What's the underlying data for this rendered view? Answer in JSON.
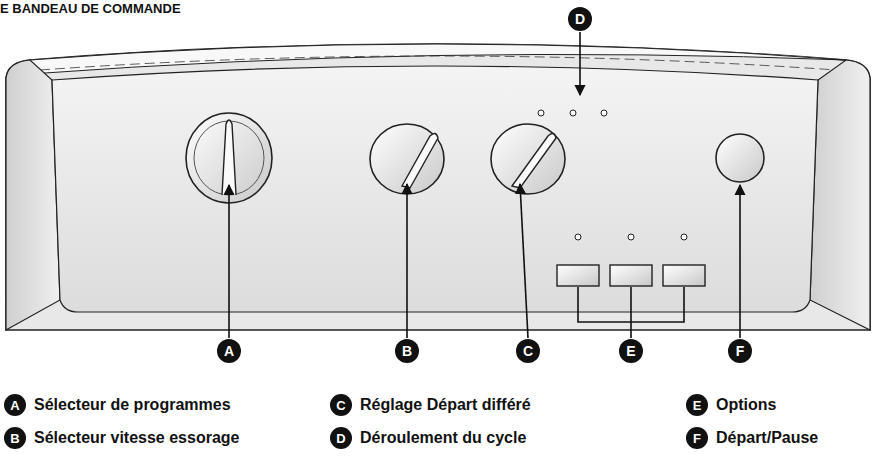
{
  "diagram": {
    "title": "E BANDEAU DE COMMANDE",
    "nodes": [
      {
        "text": [
          "D"
        ]
      },
      {
        "text": [
          "A"
        ]
      },
      {
        "text": [
          "B"
        ]
      },
      {
        "text": [
          "C"
        ]
      },
      {
        "text": [
          "E"
        ]
      },
      {
        "text": [
          "F"
        ]
      },
      {
        "text": [
          "A",
          "Sélecteur de programmes"
        ]
      },
      {
        "text": [
          "C",
          "Réglage Départ différé"
        ]
      },
      {
        "text": [
          "E",
          "Options"
        ]
      },
      {
        "text": [
          "B",
          "Sélecteur vitesse essorage"
        ]
      },
      {
        "text": [
          "D",
          "Déroulement du cycle"
        ]
      },
      {
        "text": [
          "F",
          "Départ/Pause"
        ]
      }
    ]
  }
}
